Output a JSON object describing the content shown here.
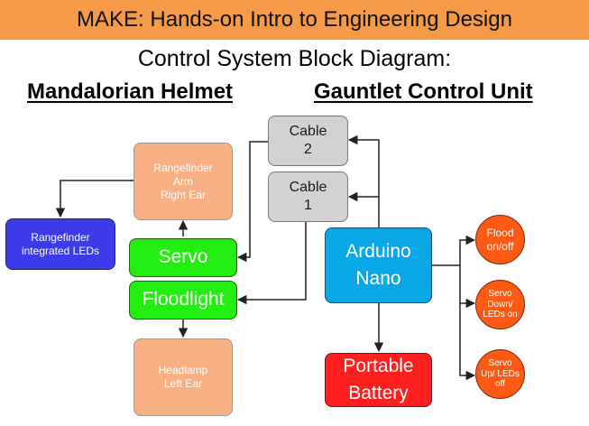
{
  "banner": {
    "title": "MAKE: Hands-on Intro to Engineering Design"
  },
  "subtitle": "Control System Block Diagram:",
  "sections": {
    "left": "Mandalorian Helmet",
    "right": "Gauntlet Control Unit"
  },
  "blocks": {
    "rangefinder_arm": "Rangefinder\nArm\nRight Ear",
    "rangefinder_leds": "Rangefinder\nintegrated LEDs",
    "servo": "Servo",
    "floodlight": "Floodlight",
    "headlamp": "Headlamp\nLeft Ear",
    "cable2": "Cable\n2",
    "cable1": "Cable\n1",
    "arduino": "Arduino\nNano",
    "battery": "Portable\nBattery",
    "flood_toggle": "Flood\non/off",
    "servo_down": "Servo\nDown/\nLEDs on",
    "servo_up": "Servo\nUp/ LEDs\noff"
  },
  "colors": {
    "banner": "#f59a47",
    "peach": "#f9b082",
    "gray": "#d2d2d2",
    "green": "#22ee0f",
    "blue": "#0aa7e6",
    "red": "#ff1f1f",
    "indigo": "#3b3bea",
    "orange": "#ff5a14"
  }
}
